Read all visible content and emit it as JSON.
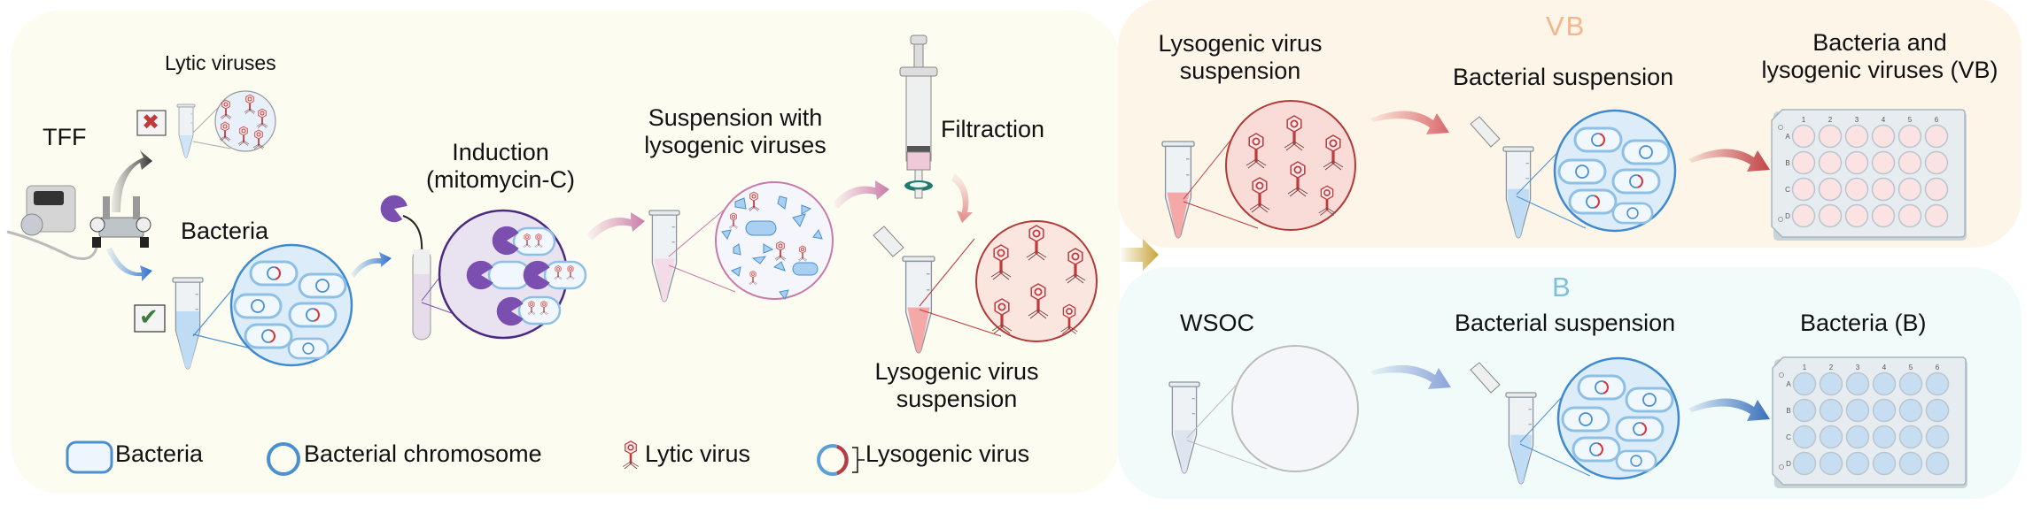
{
  "left_panel": {
    "tff_label": "TFF",
    "lytic_viruses_label": "Lytic viruses",
    "bacteria_label": "Bacteria",
    "induction_label_line1": "Induction",
    "induction_label_line2": "(mitomycin-C)",
    "suspension_label_line1": "Suspension with",
    "suspension_label_line2": "lysogenic viruses",
    "filtraction_label": "Filtraction",
    "lysogenic_suspension_line1": "Lysogenic virus",
    "lysogenic_suspension_line2": "suspension",
    "reject_mark": "✖",
    "accept_mark": "✔"
  },
  "legend": [
    {
      "icon": "bacteria-icon",
      "label": "Bacteria"
    },
    {
      "icon": "chromosome-icon",
      "label": "Bacterial chromosome"
    },
    {
      "icon": "lytic-virus-icon",
      "label": "Lytic virus"
    },
    {
      "icon": "lysogenic-virus-icon",
      "label": "Lysogenic virus"
    }
  ],
  "vb_panel": {
    "tag": "VB",
    "tag_color": "#f4b48c",
    "step1_line1": "Lysogenic virus",
    "step1_line2": "suspension",
    "step2": "Bacterial suspension",
    "step3_line1": "Bacteria and",
    "step3_line2": "lysogenic viruses (VB)",
    "well_color": "#fbe3e3",
    "arrow_color": "#c8474b"
  },
  "b_panel": {
    "tag": "B",
    "tag_color": "#7fbfdc",
    "step1": "WSOC",
    "step2": "Bacterial suspension",
    "step3": "Bacteria (B)",
    "well_color": "#c7def2",
    "arrow_color": "#3a6fba"
  },
  "plate": {
    "columns": [
      "1",
      "2",
      "3",
      "4",
      "5",
      "6"
    ],
    "rows": [
      "A",
      "B",
      "C",
      "D"
    ]
  },
  "colors": {
    "main_bg": "#fcfcf1",
    "vb_bg": "#fdf5e8",
    "b_bg": "#f0fbfa",
    "bacteria_blue": "#4a8fd0",
    "lysogenic_red": "#c0393b",
    "induction_purple": "#7b4fb0",
    "transition_gold": "#c9a43a"
  }
}
